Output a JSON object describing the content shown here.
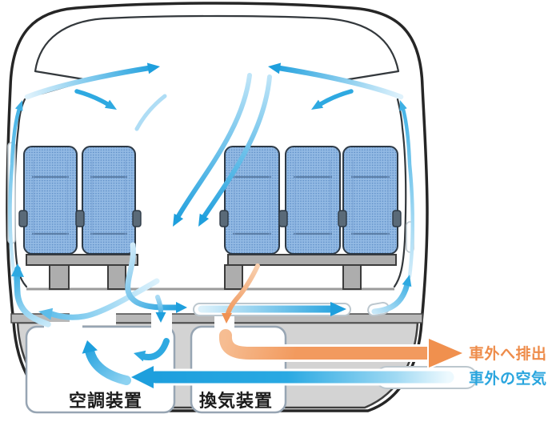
{
  "labels": {
    "hvac_unit": "空調装置",
    "vent_unit": "換気装置",
    "exhaust_flow": "車外へ排出",
    "intake_flow": "車外の空気"
  },
  "colors": {
    "flow_blue": "#1e9fdd",
    "flow_blue_light": "#9bd5f2",
    "exhaust_orange": "#f29a5e",
    "exhaust_label": "#ee8c4a",
    "intake_label": "#29a5de",
    "seat_blue": "#93bae4",
    "body_outline": "#262626"
  },
  "flows": {
    "circulation": "cabin air circulation (blue arrows)",
    "exhaust": "exhaust to outside via ventilation unit (orange arrow, right)",
    "intake": "outside air into air-conditioning unit (blue arrow, right)"
  }
}
